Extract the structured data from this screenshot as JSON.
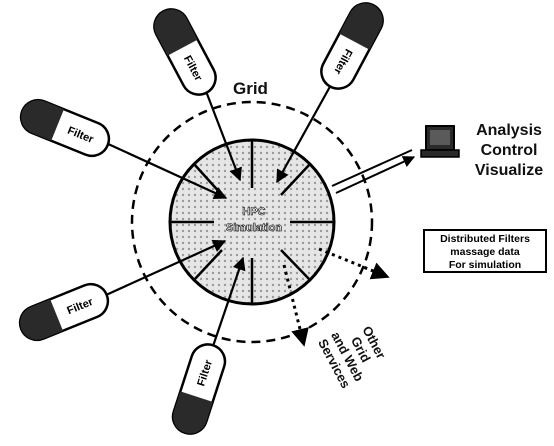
{
  "diagram": {
    "grid_label": "Grid",
    "core_label_line1": "HPC",
    "core_label_line2": "Simulation",
    "filter_label": "Filter",
    "filters": [
      {
        "id": "top-left",
        "label": "Filter"
      },
      {
        "id": "top-right",
        "label": "Filter"
      },
      {
        "id": "left-upper",
        "label": "Filter"
      },
      {
        "id": "left-lower",
        "label": "Filter"
      },
      {
        "id": "bottom",
        "label": "Filter"
      }
    ],
    "analysis": {
      "line1": "Analysis",
      "line2": "Control",
      "line3": "Visualize"
    },
    "distributed_note": {
      "line1": "Distributed Filters",
      "line2": "massage data",
      "line3": "For simulation"
    },
    "other_services": {
      "line1": "Other",
      "line2": "Grid",
      "line3": "and Web",
      "line4": "Services"
    },
    "colors": {
      "ink": "#000000",
      "core_fill": "#d9d9d9",
      "capsule_dark": "#2a2a2a",
      "capsule_light": "#ffffff"
    }
  }
}
